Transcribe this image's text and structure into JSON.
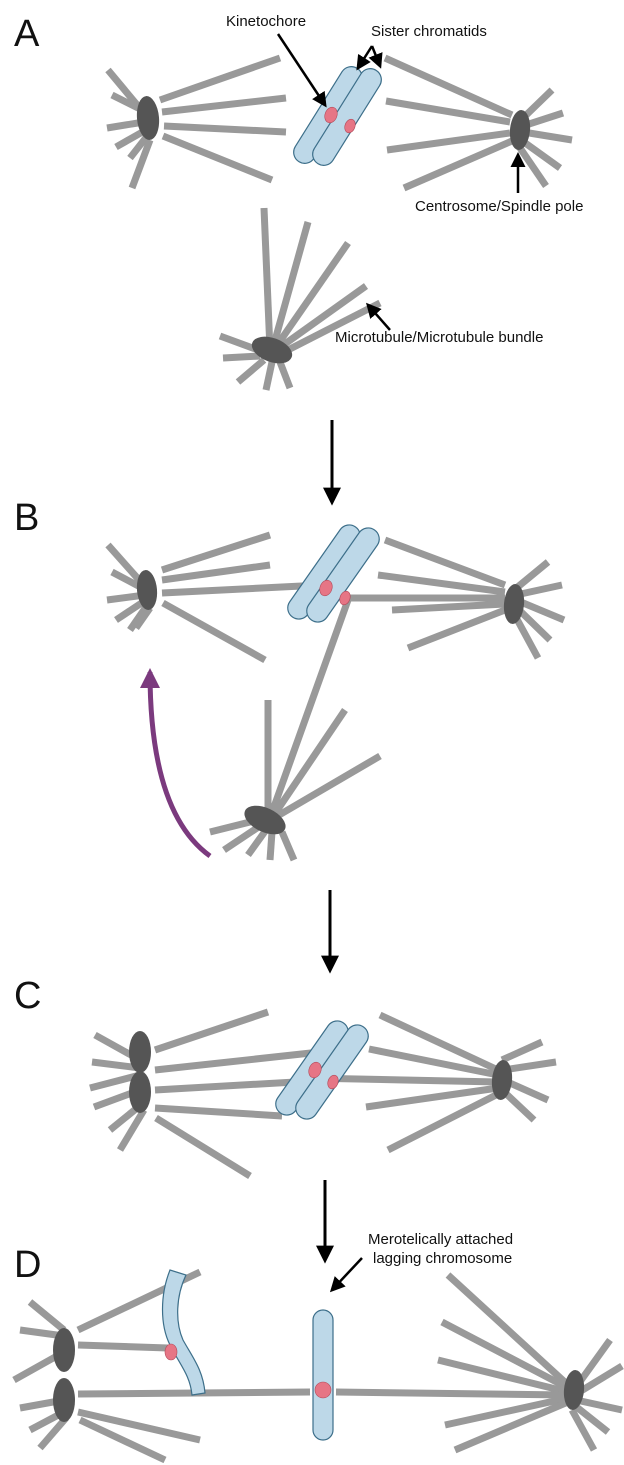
{
  "panels": {
    "a": {
      "label": "A"
    },
    "b": {
      "label": "B"
    },
    "c": {
      "label": "C"
    },
    "d": {
      "label": "D"
    }
  },
  "annotations": {
    "kinetochore": "Kinetochore",
    "sister_chromatids": "Sister chromatids",
    "centrosome": "Centrosome/Spindle pole",
    "microtubule": "Microtubule/Microtubule bundle",
    "merotelic_line1": "Merotelically attached",
    "merotelic_line2": "lagging chromosome"
  },
  "colors": {
    "microtubule": "#999999",
    "centrosome": "#555555",
    "chromatid_fill": "#bdd8e8",
    "chromatid_stroke": "#3d6f8a",
    "kinetochore": "#e67585",
    "capture_arrow": "#7b3a7e",
    "arrow": "#000000"
  }
}
